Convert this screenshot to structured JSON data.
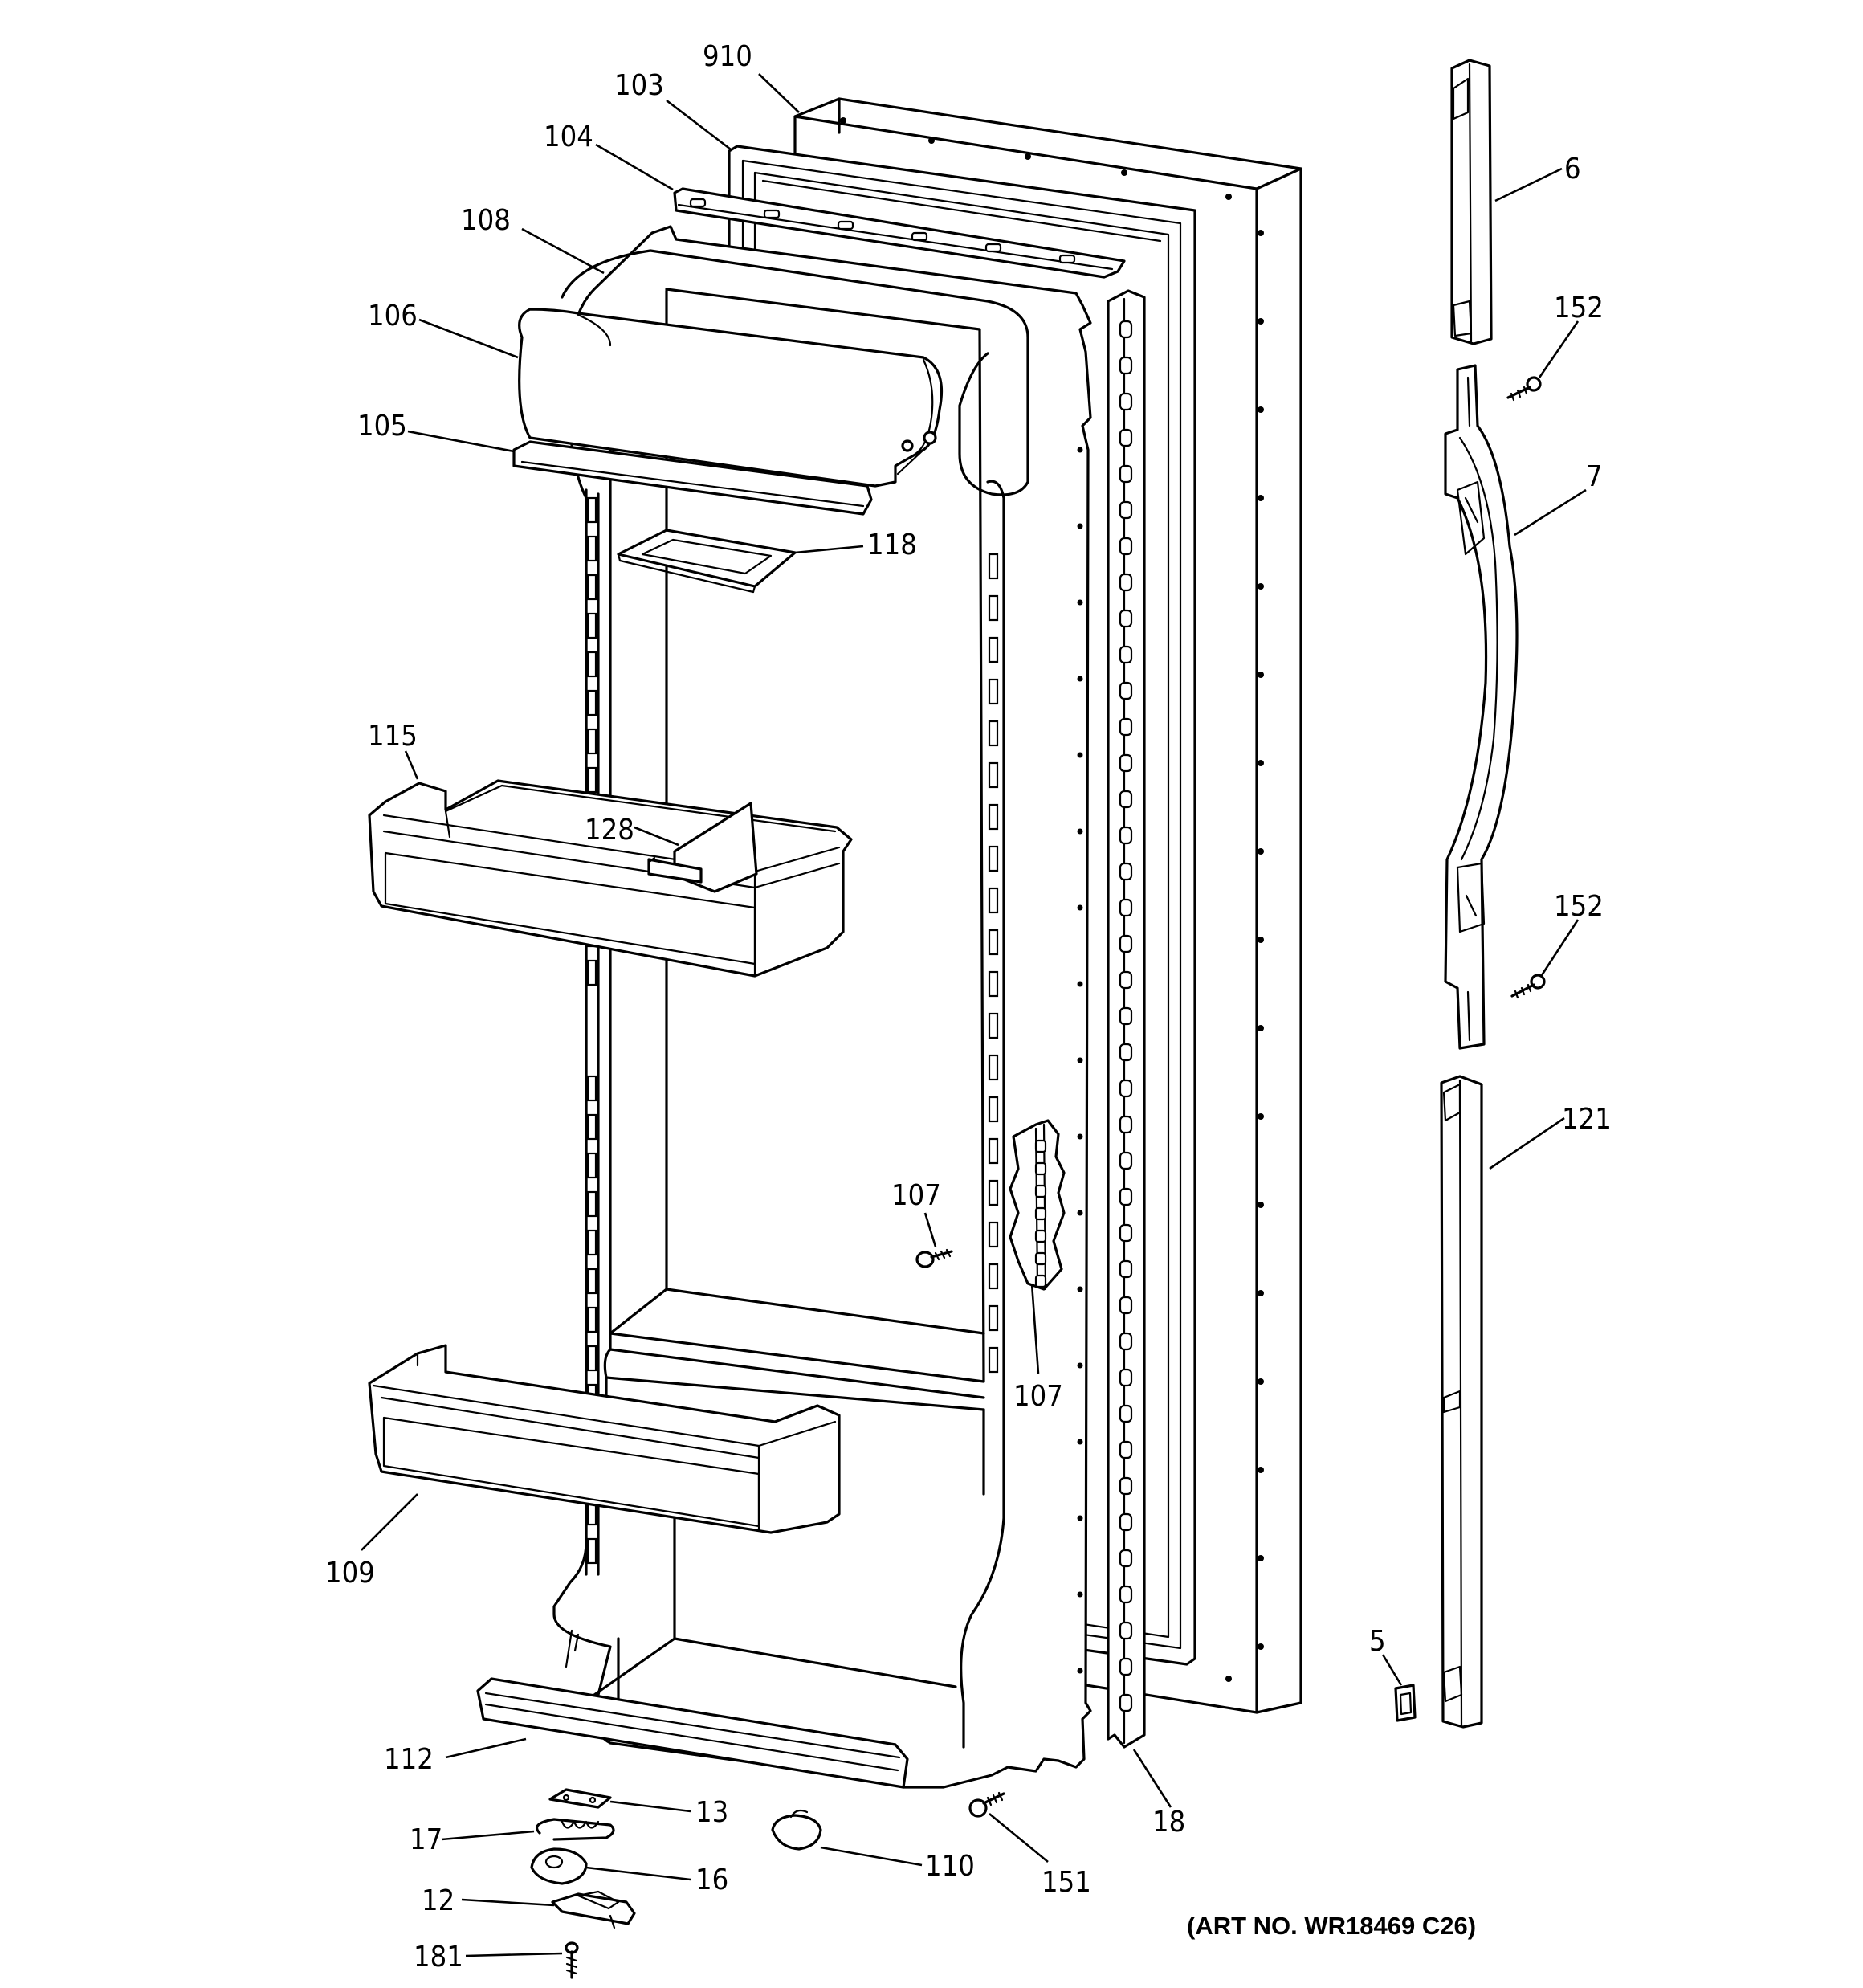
{
  "art_no": "(ART NO. WR18469 C26)",
  "callouts": {
    "c910": "910",
    "c103": "103",
    "c104": "104",
    "c108": "108",
    "c106": "106",
    "c105": "105",
    "c118": "118",
    "c115": "115",
    "c128": "128",
    "c107a": "107",
    "c107b": "107",
    "c109": "109",
    "c112": "112",
    "c13": "13",
    "c17": "17",
    "c16": "16",
    "c12": "12",
    "c181": "181",
    "c110": "110",
    "c151": "151",
    "c18": "18",
    "c6": "6",
    "c152a": "152",
    "c7": "7",
    "c152b": "152",
    "c121": "121",
    "c5": "5"
  }
}
